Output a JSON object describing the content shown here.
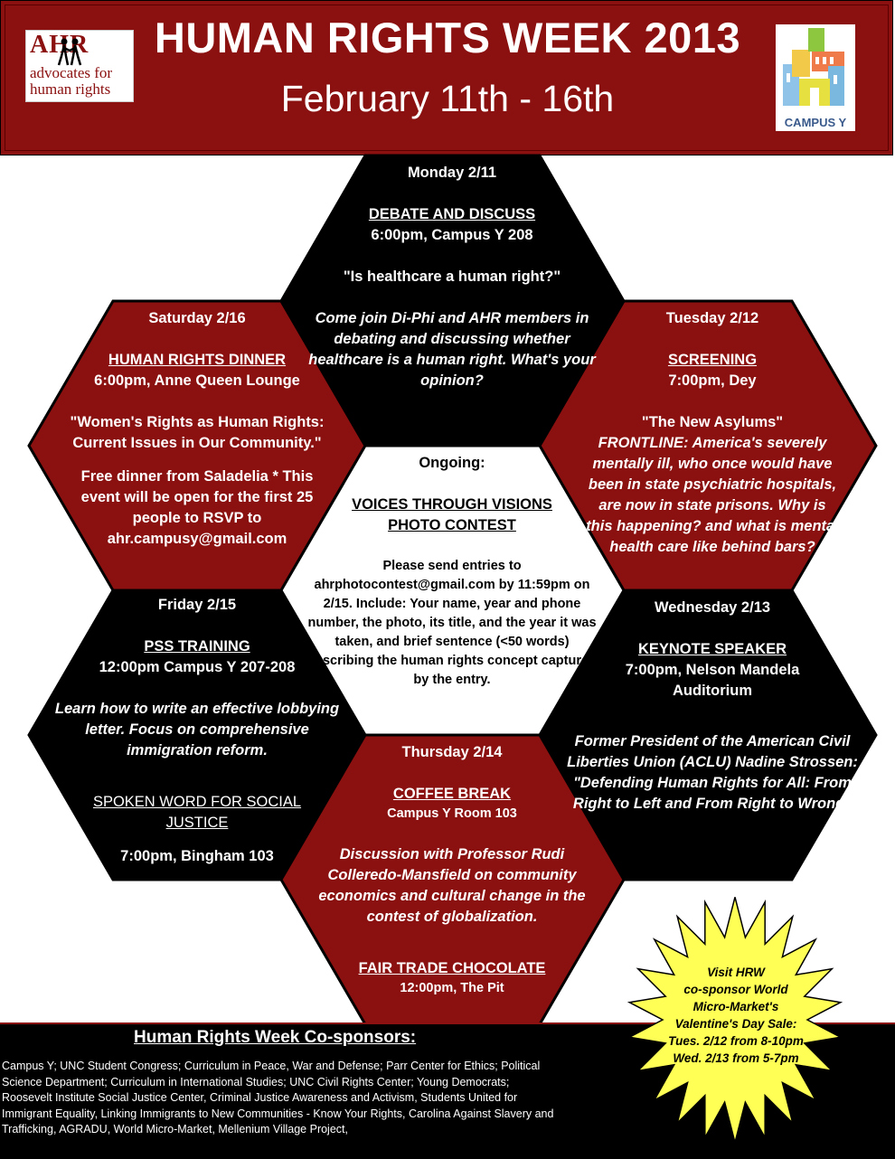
{
  "header": {
    "title": "HUMAN RIGHTS WEEK 2013",
    "dates": "February 11th - 16th",
    "ahr_logo_letters": "AHR",
    "ahr_logo_line1": "advocates for",
    "ahr_logo_line2": "human rights",
    "campus_y_logo_text": "CAMPUS Y"
  },
  "monday": {
    "day": "Monday 2/11",
    "event": "DEBATE AND DISCUSS",
    "time_place": "6:00pm, Campus Y 208",
    "question": "\"Is healthcare a human right?\"",
    "description": "Come  join Di-Phi and AHR members in debating and discussing whether healthcare is a human right. What's your opinion?"
  },
  "tuesday": {
    "day": "Tuesday 2/12",
    "event": "SCREENING",
    "time_place": "7:00pm, Dey",
    "film": "\"The New Asylums\"",
    "description": "FRONTLINE: America's severely mentally ill, who once would have been in state psychiatric hospitals, are now in state prisons. Why is this happening? and what is mental health care like behind bars?"
  },
  "wednesday": {
    "day": "Wednesday 2/13",
    "event": "KEYNOTE SPEAKER",
    "time_place": "7:00pm, Nelson Mandela Auditorium",
    "description": "Former President of the American Civil Liberties Union (ACLU) Nadine Strossen: \"Defending Human Rights for All: From Right to Left and From Right to Wrong\""
  },
  "thursday": {
    "day": "Thursday 2/14",
    "event": "COFFEE BREAK",
    "time_place": "Campus Y Room 103",
    "description": "Discussion with Professor Rudi Colleredo-Mansfield on community economics and cultural change in the contest of globalization.",
    "event2": "FAIR TRADE CHOCOLATE",
    "time_place2": "12:00pm, The Pit"
  },
  "friday": {
    "day": "Friday 2/15",
    "event": "PSS TRAINING",
    "time_place": "12:00pm Campus Y  207-208",
    "description": "Learn how to write an effective lobbying letter. Focus on comprehensive immigration reform.",
    "event2": "SPOKEN WORD FOR SOCIAL JUSTICE",
    "time_place2": "7:00pm, Bingham 103"
  },
  "saturday": {
    "day": "Saturday 2/16",
    "event": "HUMAN RIGHTS DINNER",
    "time_place": "6:00pm, Anne Queen Lounge",
    "theme": "\"Women's Rights as Human Rights: Current Issues in Our Community.\"",
    "note": "Free dinner from Saladelia * This event will be open for the first 25 people to RSVP to ahr.campusy@gmail.com"
  },
  "ongoing": {
    "label": "Ongoing:",
    "event": "VOICES THROUGH VISIONS PHOTO CONTEST",
    "intro": "Please send entries to",
    "details": "ahrphotocontest@gmail.com by 11:59pm on 2/15. Include: Your name, year and phone number, the photo, its title, and the year it was taken, and brief sentence (<50 words) describing the human rights concept captured by the entry."
  },
  "burst": {
    "line1": "Visit HRW",
    "line2": "co-sponsor World",
    "line3": "Micro-Market's",
    "line4": "Valentine's Day Sale:",
    "line5": "Tues. 2/12 from 8-10pm",
    "line6": "Wed. 2/13 from 5-7pm"
  },
  "footer": {
    "title": "Human Rights Week Co-sponsors:",
    "sponsors": "Campus Y; UNC Student Congress; Curriculum in Peace, War and Defense; Parr Center for Ethics; Political Science Department; Curriculum in International Studies; UNC Civil Rights Center; Young Democrats; Roosevelt Institute Social Justice Center, Criminal Justice Awareness and Activism, Students United for Immigrant Equality, Linking Immigrants to New Communities - Know Your Rights, Carolina Against Slavery and Trafficking, AGRADU, World Micro-Market, Mellenium Village Project,"
  },
  "colors": {
    "maroon": "#8b1010",
    "black": "#000000",
    "burst_yellow": "#ffff55"
  }
}
